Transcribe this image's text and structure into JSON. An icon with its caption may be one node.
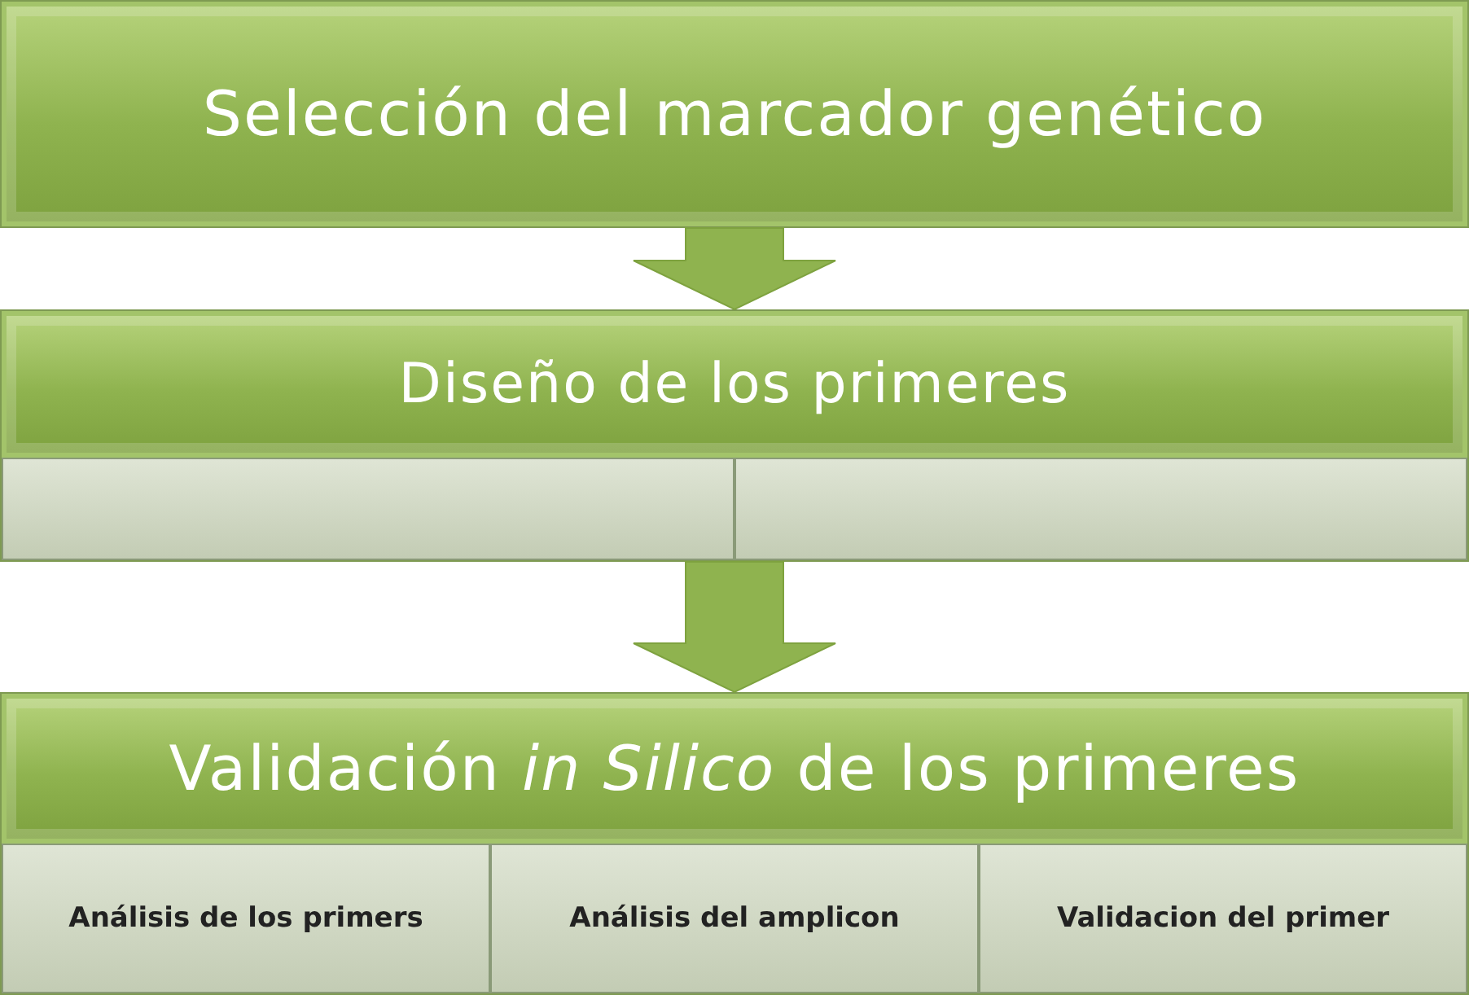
{
  "diagram": {
    "nodes": [
      {
        "text": [
          "Selección del marcador genético"
        ]
      },
      {
        "text": [
          "Diseño de los primeres"
        ]
      },
      {
        "text": [],
        "shape": "box",
        "in": 1
      },
      {
        "text": [],
        "shape": "box",
        "in": 1
      },
      {
        "text": [
          "Validación *in Silico* de los primeres"
        ]
      },
      {
        "text": [
          "Análisis de los primers"
        ],
        "in": 4
      },
      {
        "text": [
          "Análisis del amplicon"
        ],
        "in": 4
      },
      {
        "text": [
          "Validacion del primer"
        ],
        "in": 4
      }
    ],
    "edges": [
      {
        "from": 0,
        "to": 1,
        "arrow": "to",
        "style": "thick"
      },
      {
        "from": 1,
        "to": 4,
        "arrow": "to",
        "style": "thick"
      }
    ]
  }
}
